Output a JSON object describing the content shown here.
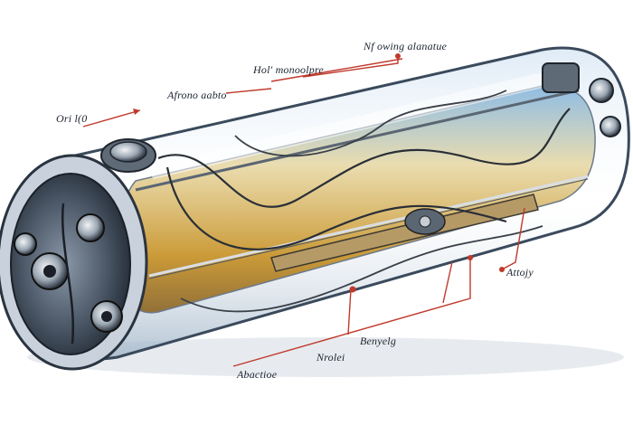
{
  "callouts": {
    "top_left": "Ori l(0",
    "upper_mid_left": "Afrono aabto",
    "upper_mid": "Hol' monoolpre",
    "top_right": "Nf owing alanatue",
    "right": "Attojy",
    "bottom_left": "Abactioe",
    "bottom_mid": "Nrolei",
    "bottom_right": "Benyelg"
  },
  "colors": {
    "callout_line": "#c0392b",
    "casing_edge": "#3a4a5c",
    "fluid_gold": "#c9962e",
    "fluid_blue": "#4f8fc6"
  }
}
